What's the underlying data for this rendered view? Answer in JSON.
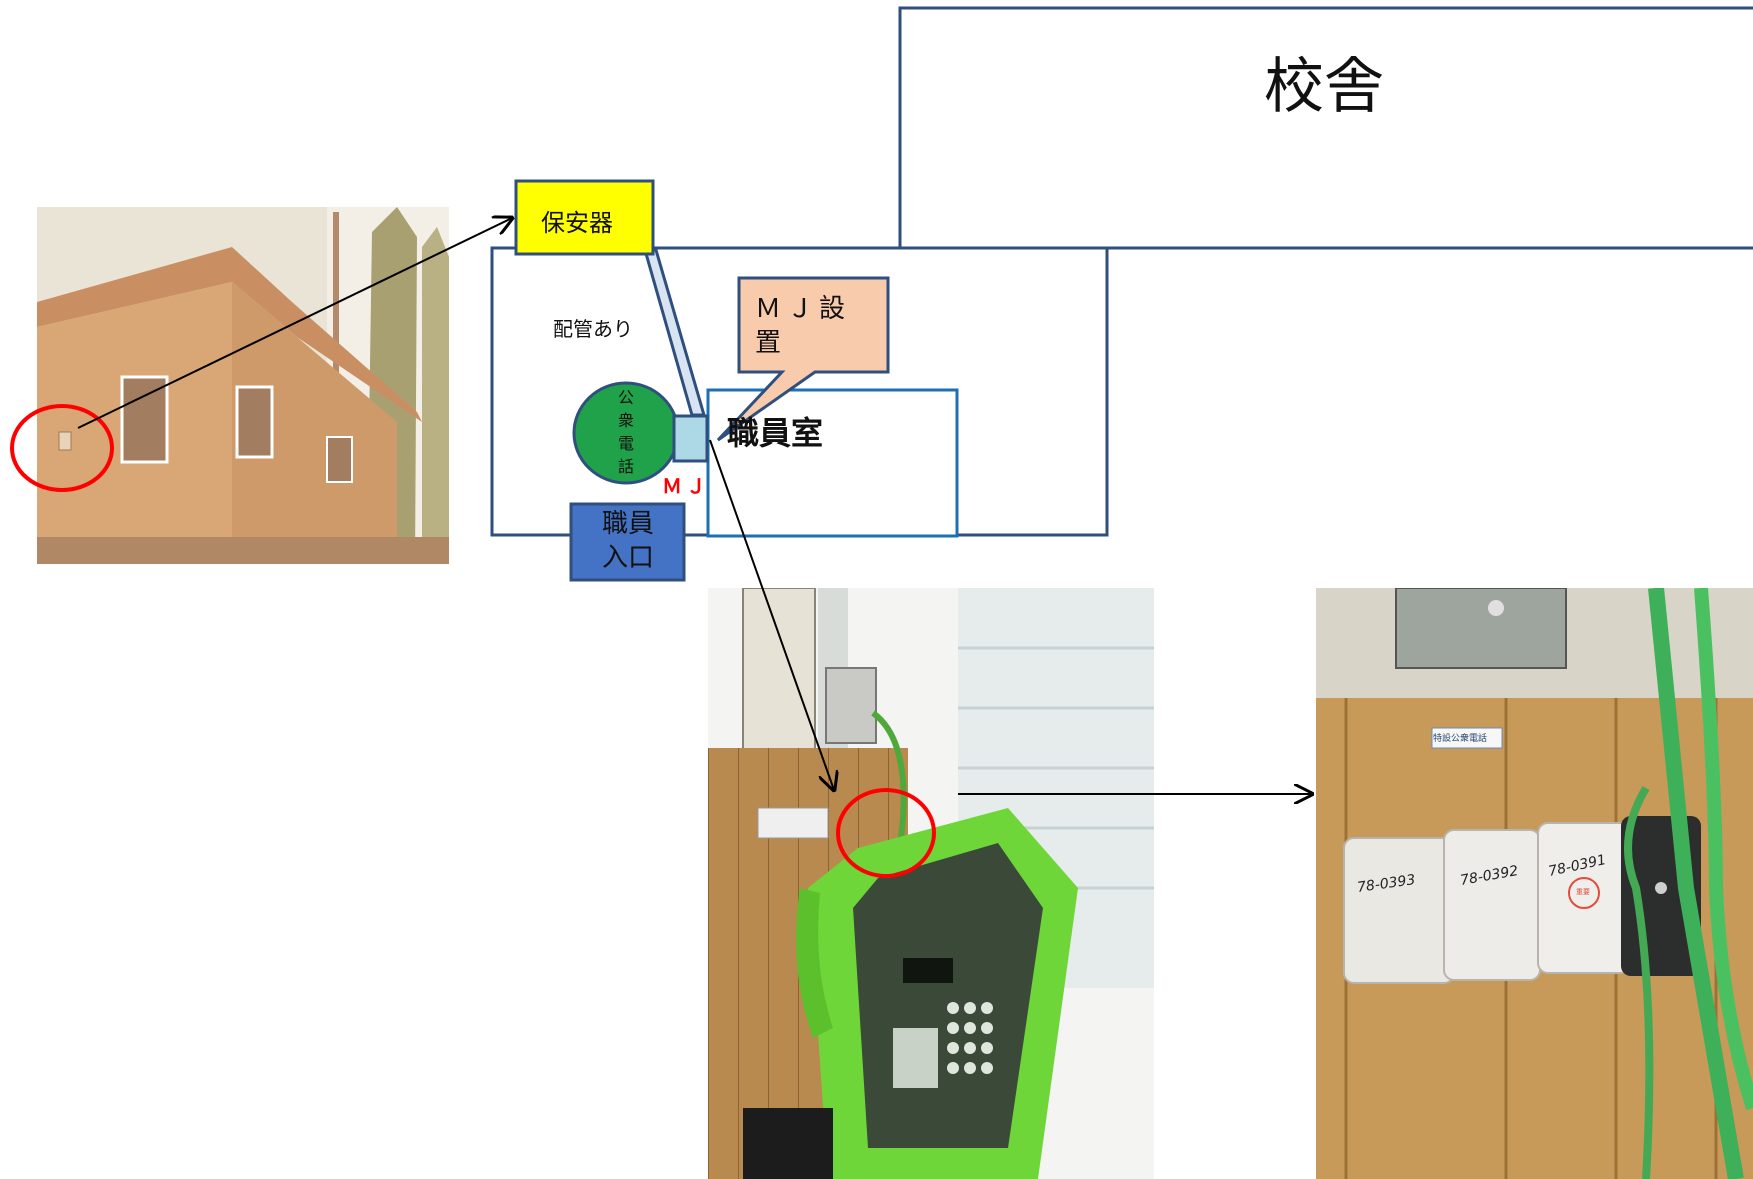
{
  "labels": {
    "school_building": "校舎",
    "protector": "保安器",
    "piping": "配管あり",
    "mj_install": "ＭＪ設置",
    "public_phone": [
      "公",
      "衆",
      "電",
      "話"
    ],
    "mj": "ＭＪ",
    "staff_room": "職員室",
    "staff_entrance": [
      "職員",
      "入口"
    ]
  },
  "photos": {
    "building_photo": "",
    "payphone_photo": {
      "sign_text": "",
      "phone_color": "#6fd63a"
    },
    "jacks_photo": {
      "sticker": "特設公衆電話",
      "jack_numbers": [
        "78-0393",
        "78-0392",
        "78-0391"
      ],
      "stamp": "重要"
    }
  },
  "colors": {
    "outline_dark": "#2f4f7f",
    "outline_blue": "#1f6fb5",
    "protector_fill": "#ffff00",
    "callout_fill": "#f8cbad",
    "phone_fill": "#1fa24a",
    "mj_box_fill": "#add8e6",
    "entrance_fill": "#4472c4",
    "mj_text": "#ff0000",
    "highlight_circle": "#ff0000"
  }
}
